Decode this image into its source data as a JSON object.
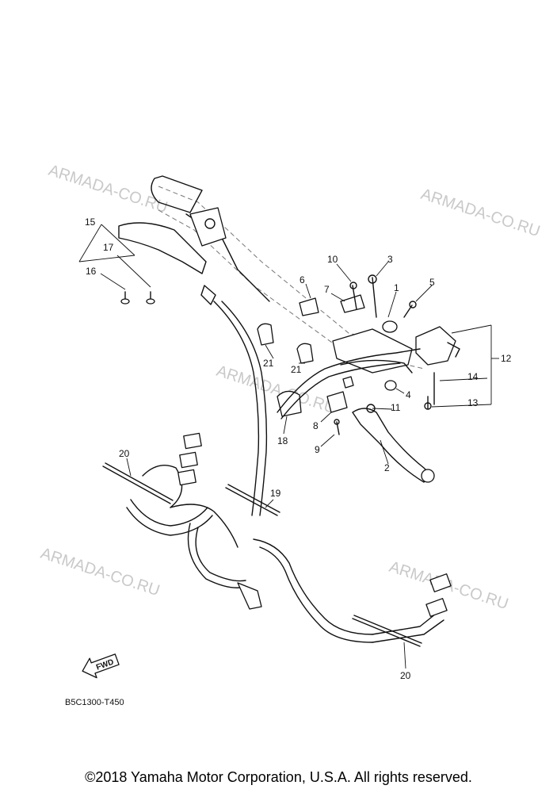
{
  "diagram": {
    "drawing_code": "B5C1300-T450",
    "fwd_label": "FWD",
    "watermark": "ARMADA-CO.RU",
    "callouts": [
      "1",
      "2",
      "3",
      "4",
      "5",
      "6",
      "7",
      "8",
      "9",
      "10",
      "11",
      "12",
      "13",
      "14",
      "15",
      "16",
      "17",
      "18",
      "19",
      "20",
      "20",
      "21",
      "21"
    ]
  },
  "footer": {
    "copyright": "©2018 Yamaha Motor Corporation, U.S.A. All rights reserved."
  }
}
